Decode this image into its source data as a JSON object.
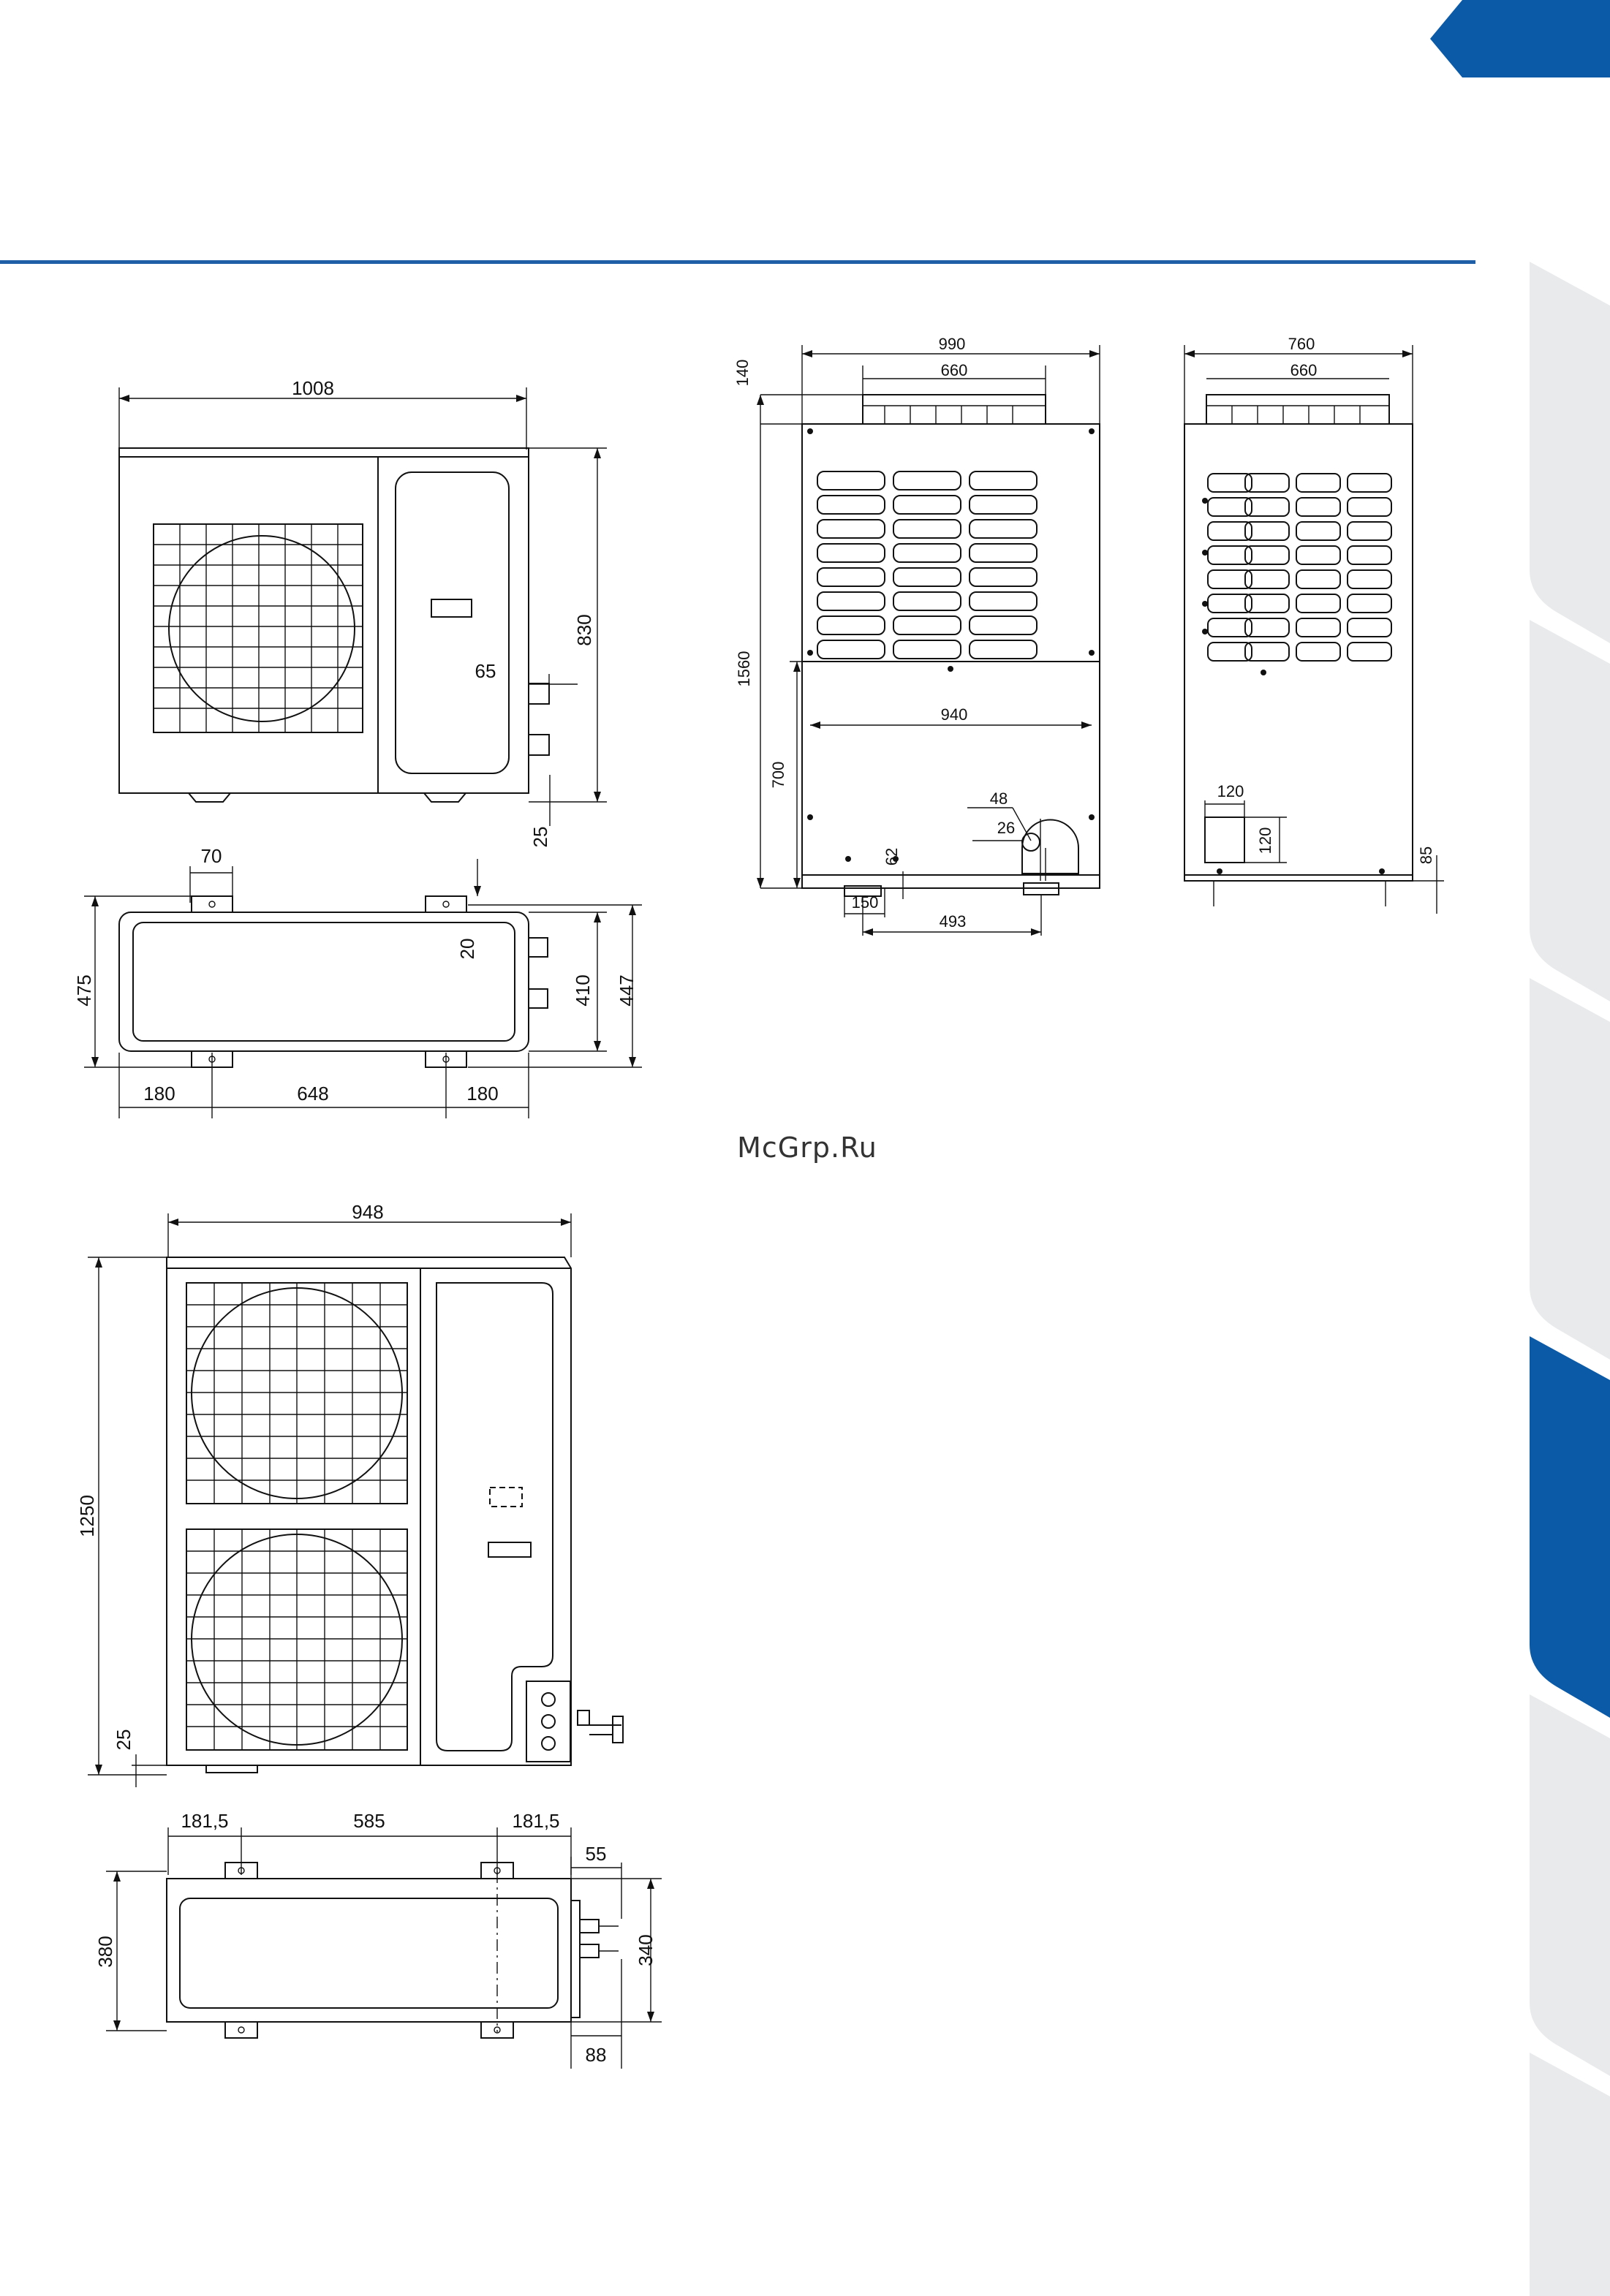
{
  "watermark": "McGrp.Ru",
  "colors": {
    "brand_blue": "#0b5aa8",
    "side_tab_gray": "#e9eaec",
    "rule_blue": "#1f5fa8"
  },
  "unit_a": {
    "front": {
      "width": "1008",
      "height": "830",
      "pipe_offset": "65",
      "foot": "25"
    },
    "top": {
      "foot_width": "70",
      "pad": "20",
      "depth_outer": "475",
      "depth_mid": "410",
      "depth_full": "447",
      "left": "180",
      "center": "648",
      "right": "180"
    }
  },
  "unit_b": {
    "front": {
      "width": "990",
      "top_outlet": "660",
      "top_h": "140",
      "height": "1560",
      "lower": "700",
      "inner_width": "940",
      "d48": "48",
      "d26": "26",
      "d62": "62",
      "d150": "150",
      "d493": "493"
    },
    "side": {
      "width": "760",
      "top_outlet": "660",
      "box_w": "120",
      "box_h": "120",
      "foot": "85"
    }
  },
  "unit_c": {
    "front": {
      "width": "948",
      "height": "1250",
      "foot": "25"
    },
    "top": {
      "left": "181,5",
      "center": "585",
      "right": "181,5",
      "depth": "380",
      "depth_inner": "340",
      "d55": "55",
      "d88": "88"
    }
  }
}
